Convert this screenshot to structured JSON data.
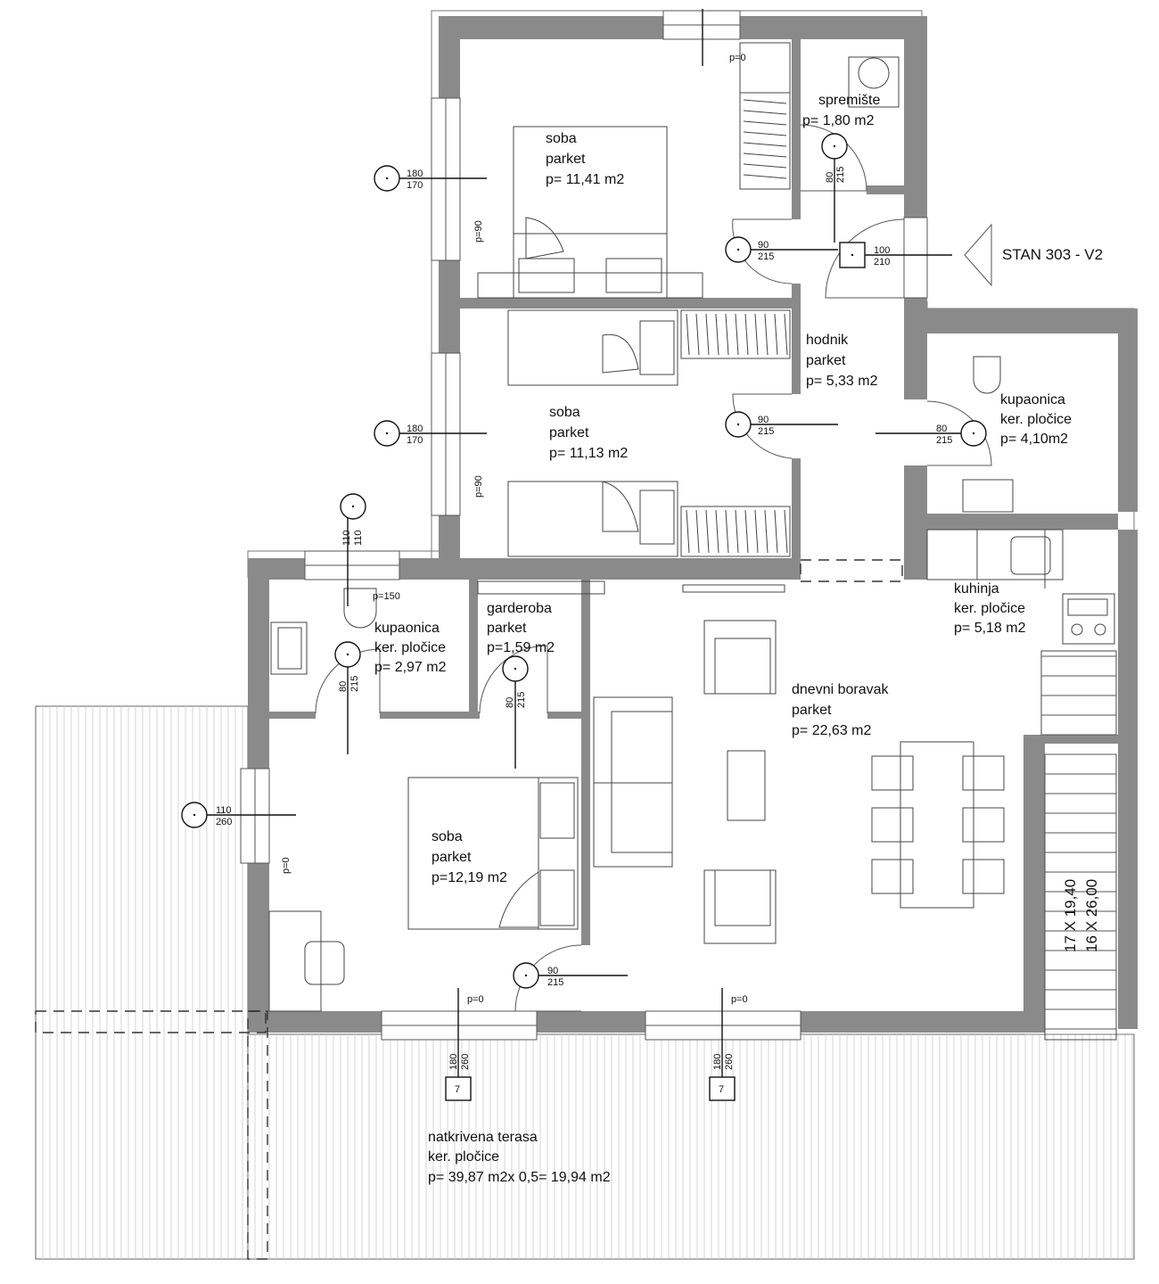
{
  "title": {
    "label": "STAN 303 - V2"
  },
  "rooms": [
    {
      "id": "room-soba-1",
      "lines": [
        "soba",
        "parket",
        "p= 11,41  m2"
      ]
    },
    {
      "id": "room-spremiste",
      "lines": [
        "spremište",
        "p= 1,80  m2"
      ]
    },
    {
      "id": "room-soba-2",
      "lines": [
        "soba",
        "parket",
        "p= 11,13 m2"
      ]
    },
    {
      "id": "room-hodnik",
      "lines": [
        "hodnik",
        "parket",
        "p= 5,33  m2"
      ]
    },
    {
      "id": "room-kupaonica-1",
      "lines": [
        "kupaonica",
        "ker. pločice",
        "p= 4,10m2"
      ]
    },
    {
      "id": "room-kuhinja",
      "lines": [
        "kuhinja",
        "ker. pločice",
        "p= 5,18 m2"
      ]
    },
    {
      "id": "room-kupaonica-2",
      "lines": [
        "kupaonica",
        "ker. pločice",
        "p= 2,97 m2"
      ]
    },
    {
      "id": "room-garderoba",
      "lines": [
        "garderoba",
        "parket",
        "p=1,59 m2"
      ]
    },
    {
      "id": "room-dnevni-boravak",
      "lines": [
        "dnevni boravak",
        "parket",
        "p= 22,63 m2"
      ]
    },
    {
      "id": "room-soba-3",
      "lines": [
        "soba",
        "parket",
        "p=12,19 m2"
      ]
    },
    {
      "id": "room-terasa",
      "lines": [
        "natkrivena terasa",
        "ker. pločice",
        "p= 39,87 m2x 0,5= 19,94 m2"
      ]
    }
  ],
  "openings": [
    {
      "id": "window-soba-1",
      "top": "180",
      "bottom": "170"
    },
    {
      "id": "door-soba-1",
      "top": "90",
      "bottom": "215"
    },
    {
      "id": "door-spremiste",
      "top": "80",
      "bottom": "215"
    },
    {
      "id": "door-entrance",
      "top": "100",
      "bottom": "210"
    },
    {
      "id": "window-soba-2",
      "top": "180",
      "bottom": "170"
    },
    {
      "id": "door-soba-2",
      "top": "90",
      "bottom": "215"
    },
    {
      "id": "door-kupaonica-1",
      "top": "80",
      "bottom": "215"
    },
    {
      "id": "window-kupaonica-2",
      "top": "110",
      "bottom": "110"
    },
    {
      "id": "door-kupaonica-2",
      "top": "80",
      "bottom": "215"
    },
    {
      "id": "door-garderoba",
      "top": "80",
      "bottom": "215"
    },
    {
      "id": "window-soba-3",
      "top": "110",
      "bottom": "260"
    },
    {
      "id": "door-soba-3",
      "top": "90",
      "bottom": "215"
    },
    {
      "id": "door-terrace-1",
      "top": "180",
      "bottom": "260"
    },
    {
      "id": "door-terrace-2",
      "top": "180",
      "bottom": "260"
    }
  ],
  "sill_notes": {
    "soba1_top": "p=0",
    "soba1_side": "p=90",
    "soba2_side": "p=90",
    "kupaonica2": "p=150",
    "soba3_side": "p=0",
    "terrace1": "p=0",
    "terrace2": "p=0"
  },
  "markers": {
    "door1": "7",
    "door2": "7"
  },
  "stairs": {
    "line1": "17 X 19,40",
    "line2": "16 X 26,00"
  }
}
